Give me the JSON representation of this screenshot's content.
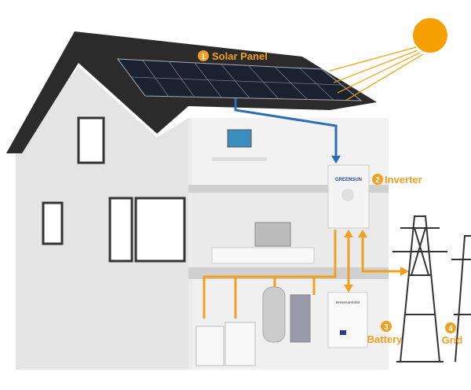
{
  "labels": {
    "solar_panel": {
      "num": "1",
      "text": "Solar Panel"
    },
    "inverter": {
      "num": "2",
      "text": "Inverter"
    },
    "battery": {
      "num": "3",
      "text": "Battery"
    },
    "grid": {
      "num": "4",
      "text": "Grid"
    }
  },
  "inverter_brand": "GREENSUN",
  "battery_brand": "GreensunSolar",
  "colors": {
    "accent": "#f0a020",
    "roof": "#2b2b2b",
    "dc_line": "#2a6fb5",
    "wall": "#e8e8e8"
  }
}
